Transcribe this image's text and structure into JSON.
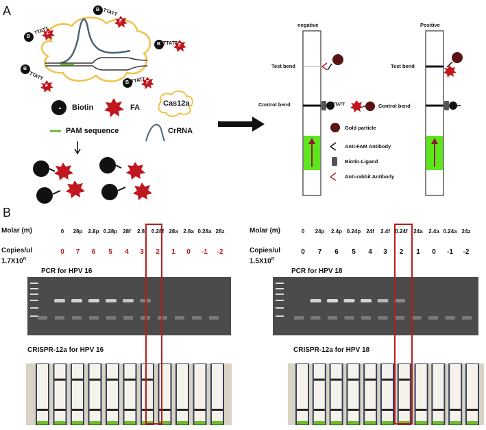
{
  "panel_a": {
    "letter": "A",
    "probe_labels": [
      "B",
      "TTATT",
      "F"
    ],
    "legend": {
      "biotin": "Biotin",
      "fa": "FA",
      "cas": "Cas12a",
      "pam": "PAM sequence",
      "crrna": "CrRNA"
    },
    "strip_negative": {
      "title": "negative",
      "test": "Test bend",
      "control": "Control bend",
      "probe_text": "TTATT"
    },
    "strip_positive": {
      "title": "Positive",
      "test": "Test bend",
      "control": "Control bend"
    },
    "key": {
      "gold": "Gold particle",
      "anti_fam": "Anti-FAM Antibody",
      "biotin_ligand": "Biotin-Ligand",
      "anti_rabbit": "Anti-rabbit Antibody"
    },
    "colors": {
      "fa": "#c0171e",
      "strip_green": "#5ee61d",
      "arrow": "#8b1d2c",
      "gold": "#5a1414",
      "cloud": "#f0c24a",
      "crrna": "#4a6274",
      "pam": "#6bb53a"
    }
  },
  "panel_b": {
    "letter": "B",
    "hpv16": {
      "molar_label": "Molar (m)",
      "molar_values": [
        "0",
        "28p",
        "2.8p",
        "0.28p",
        "28f",
        "2.8f",
        "0.28f",
        "28a",
        "2.8a",
        "0.28a",
        "28z"
      ],
      "copies_label": "Copies/ul",
      "copies_base": "1.7X10",
      "copies_exp": "n",
      "copies_values": [
        "0",
        "7",
        "6",
        "5",
        "4",
        "3",
        "2",
        "1",
        "0",
        "-1",
        "-2"
      ],
      "pcr_title": "PCR for HPV 16",
      "crispr_title": "CRISPR-12a for HPV 16",
      "pcr_band_intensity": [
        0,
        0.75,
        0.8,
        0.8,
        0.75,
        0.7,
        0.25,
        0,
        0,
        0,
        0
      ],
      "strip_test_line": [
        0,
        1,
        1,
        1,
        1,
        1,
        1,
        0,
        0,
        0,
        0
      ]
    },
    "hpv18": {
      "molar_label": "Molar (m)",
      "molar_values": [
        "0",
        "24p",
        "2.4p",
        "0.24p",
        "24f",
        "2.4f",
        "0.24f",
        "24a",
        "2.4a",
        "0.24a",
        "24z"
      ],
      "copies_label": "Copies/ul",
      "copies_base": "1.5X10",
      "copies_exp": "n",
      "copies_values": [
        "0",
        "7",
        "6",
        "5",
        "4",
        "3",
        "2",
        "1",
        "0",
        "-1",
        "-2"
      ],
      "pcr_title": "PCR for HPV 18",
      "crispr_title": "CRISPR-12a for HPV 18",
      "pcr_band_intensity": [
        0,
        0.8,
        0.85,
        0.8,
        0.8,
        0.6,
        0.3,
        0,
        0,
        0,
        0
      ],
      "strip_test_line": [
        0,
        1,
        1,
        1,
        1,
        1,
        1,
        0,
        0,
        0,
        0
      ]
    },
    "colors": {
      "highlight": "#b71c1c",
      "copies": "#c0171e"
    }
  }
}
